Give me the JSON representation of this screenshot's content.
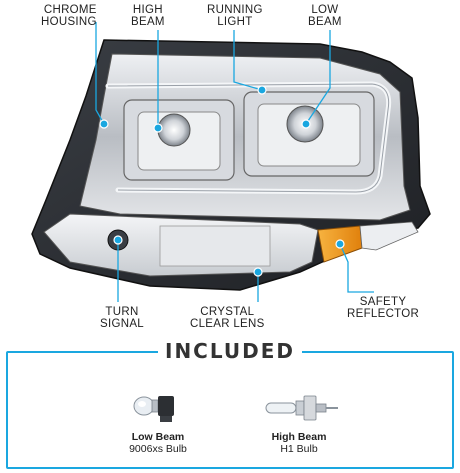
{
  "callouts": {
    "chrome_housing": [
      "CHROME",
      "HOUSING"
    ],
    "high_beam": [
      "HIGH",
      "BEAM"
    ],
    "running_light": [
      "RUNNING",
      "LIGHT"
    ],
    "low_beam": [
      "LOW",
      "BEAM"
    ],
    "turn_signal": [
      "TURN",
      "SIGNAL"
    ],
    "crystal_clear_lens": [
      "CRYSTAL",
      "CLEAR LENS"
    ],
    "safety_reflector": [
      "SAFETY",
      "REFLECTOR"
    ]
  },
  "included": {
    "title": "INCLUDED",
    "bulbs": [
      {
        "name": "Low Beam",
        "type": "9006xs Bulb",
        "icon": "9006-bulb-icon"
      },
      {
        "name": "High Beam",
        "type": "H1 Bulb",
        "icon": "h1-bulb-icon"
      }
    ]
  },
  "colors": {
    "accent": "#1aa7e0",
    "chrome": "#c9ccd1",
    "dark_housing": "#2b2e33",
    "amber_reflector": "#f29a1c"
  }
}
